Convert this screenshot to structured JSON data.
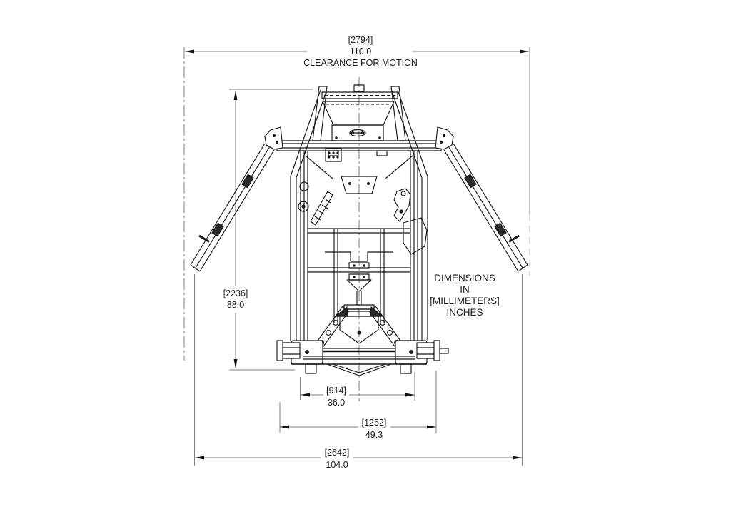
{
  "drawing": {
    "view_name": "front-view-technical-drawing",
    "note": {
      "lines": [
        "DIMENSIONS",
        "IN",
        "[MILLIMETERS]",
        "INCHES"
      ]
    },
    "dimensions": {
      "clearance_width": {
        "mm": "[2794]",
        "inches": "110.0",
        "label": "CLEARANCE FOR MOTION"
      },
      "overall_height": {
        "mm": "[2236]",
        "inches": "88.0"
      },
      "base_width": {
        "mm": "[914]",
        "inches": "36.0"
      },
      "axle_width": {
        "mm": "[1252]",
        "inches": "49.3"
      },
      "overall_width": {
        "mm": "[2642]",
        "inches": "104.0"
      }
    },
    "colors": {
      "line": "#161616",
      "dim_line": "#7f7f7f",
      "text": "#1c1c1c",
      "background": "#ffffff"
    }
  }
}
